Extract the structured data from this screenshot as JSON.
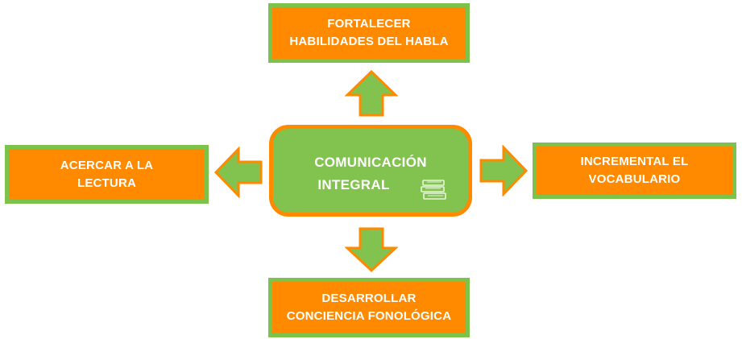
{
  "center": {
    "line1": "COMUNICACIÓN",
    "line2": "INTEGRAL",
    "icon": "books-icon"
  },
  "top": {
    "line1": "FORTALECER",
    "line2": "HABILIDADES DEL HABLA"
  },
  "left": {
    "line1": "ACERCAR A LA",
    "line2": "LECTURA"
  },
  "right": {
    "line1": "INCREMENTAL EL",
    "line2": "VOCABULARIO"
  },
  "bottom": {
    "line1": "DESARROLLAR",
    "line2": "CONCIENCIA FONOLÓGICA"
  },
  "colors": {
    "orange": "#ff8a00",
    "green": "#7dc24b"
  }
}
